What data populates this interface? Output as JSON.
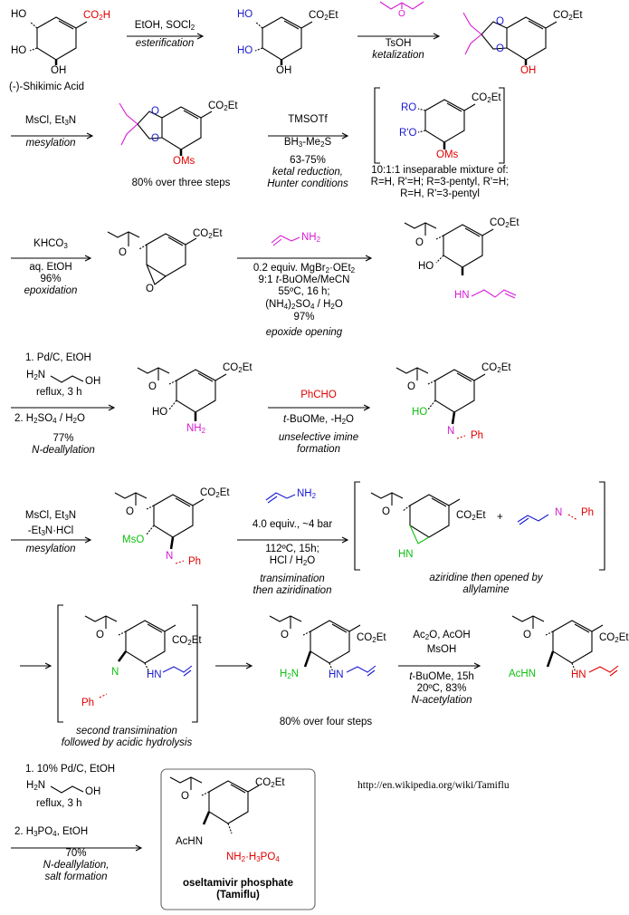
{
  "step1": {
    "sm_oh_top": "HO",
    "sm_co2h": "CO",
    "sm_co2h_sub": "2",
    "sm_co2h_tail": "H",
    "sm_ho_mid": "HO",
    "sm_oh_bot": "OH",
    "sm_name": "(-)-Shikimic Acid",
    "reagent": "EtOH, SOCl",
    "reagent_sub": "2",
    "label": "esterification",
    "p_ho_top": "HO",
    "p_co2et": "CO",
    "p_co2et_sub": "2",
    "p_co2et_tail": "Et",
    "p_ho_mid": "HO",
    "p_oh_bot": "OH",
    "ketal_reagent": "TsOH",
    "ketal_label": "ketalization",
    "k_co2et": "CO",
    "k_co2et_sub": "2",
    "k_co2et_tail": "Et",
    "k_oh": "OH"
  },
  "step2": {
    "reagent": "MsCl, Et",
    "reagent_sub": "3",
    "reagent_tail": "N",
    "label": "mesylation",
    "p_co2et": "CO",
    "p_co2et_sub": "2",
    "p_co2et_tail": "Et",
    "p_oms": "OMs",
    "p_yield": "80% over three steps",
    "r1": "TMSOTf",
    "r2": "BH",
    "r2_sub": "3",
    "r2_tail": "-Me",
    "r2_sub2": "2",
    "r2_tail2": "S",
    "yield": "63-75%",
    "label1": "ketal reduction,",
    "label2": "Hunter conditions",
    "b_ro": "RO",
    "b_rpo": "R'O",
    "b_co2et": "CO",
    "b_co2et_sub": "2",
    "b_co2et_tail": "Et",
    "b_oms": "OMs",
    "mix1": "10:1:1 inseparable mixture of:",
    "mix2": "R=H, R'=H; R=3-pentyl, R'=H;",
    "mix3": "R=H, R'=3-pentyl"
  },
  "step3": {
    "reagent": "KHCO",
    "reagent_sub": "3",
    "solvent": "aq. EtOH",
    "yield": "96%",
    "label": "epoxidation",
    "p_o": "O",
    "p_co2et": "CO",
    "p_co2et_sub": "2",
    "p_co2et_tail": "Et",
    "p_epo": "O",
    "amine": "NH",
    "amine_sub": "2",
    "c1": "0.2 equiv. MgBr",
    "c1_sub": "2",
    "c1_tail": "·OEt",
    "c1_sub2": "2",
    "c2_a": "9:1 ",
    "c2_b": "t",
    "c2_c": "-BuOMe/MeCN",
    "c3": "55ºC, 16 h;",
    "c4": "(NH",
    "c4_sub": "4",
    "c4_tail": ")",
    "c4_sub2": "2",
    "c4_tail2": "SO",
    "c4_sub3": "4",
    "c4_tail3": " / H",
    "c4_sub4": "2",
    "c4_tail4": "O",
    "yield2": "97%",
    "label2": "epoxide opening",
    "q_o": "O",
    "q_co2et": "CO",
    "q_co2et_sub": "2",
    "q_co2et_tail": "Et",
    "q_ho": "HO",
    "q_hn": "HN"
  },
  "step4": {
    "r1": "1. Pd/C, EtOH",
    "r_h2n": "H",
    "r_h2n_sub": "2",
    "r_h2n_tail": "N",
    "r_oh": "OH",
    "r2": "reflux, 3 h",
    "r3": "2. H",
    "r3_sub": "2",
    "r3_tail": "SO",
    "r3_sub2": "4",
    "r3_tail2": " / H",
    "r3_sub3": "2",
    "r3_tail3": "O",
    "yield": "77%",
    "label": "N-deallylation",
    "p_o": "O",
    "p_co2et": "CO",
    "p_co2et_sub": "2",
    "p_co2et_tail": "Et",
    "p_ho": "HO",
    "p_nh2": "NH",
    "p_nh2_sub": "2",
    "imine_reagent": "PhCHO",
    "imine_cond_a": "t",
    "imine_cond_b": "-BuOMe, -H",
    "imine_cond_sub": "2",
    "imine_cond_c": "O",
    "imine_label1": "unselective imine",
    "imine_label2": "formation",
    "q_o": "O",
    "q_co2et": "CO",
    "q_co2et_sub": "2",
    "q_co2et_tail": "Et",
    "q_ho": "HO",
    "q_n": "N",
    "q_ph": "Ph"
  },
  "step5": {
    "r1": "MsCl, Et",
    "r1_sub": "3",
    "r1_tail": "N",
    "r2": "-Et",
    "r2_sub": "3",
    "r2_tail": "N·HCl",
    "label": "mesylation",
    "p_o": "O",
    "p_co2et": "CO",
    "p_co2et_sub": "2",
    "p_co2et_tail": "Et",
    "p_mso": "MsO",
    "p_n": "N",
    "p_ph": "Ph",
    "amine": "NH",
    "amine_sub": "2",
    "c1": "4.0 equiv., ~4 bar",
    "c2": "112ºC, 15h;",
    "c3": "HCl / H",
    "c3_sub": "2",
    "c3_tail": "O",
    "label1": "transimination",
    "label2": "then aziridination",
    "b_o": "O",
    "b_co2et": "CO",
    "b_co2et_sub": "2",
    "b_co2et_tail": "Et",
    "b_hn": "HN",
    "b_plus": "+",
    "b_n": "N",
    "b_ph": "Ph",
    "b_label1": "aziridine then opened by",
    "b_label2": "allylamine"
  },
  "step6": {
    "b_o": "O",
    "b_co2et": "CO",
    "b_co2et_sub": "2",
    "b_co2et_tail": "Et",
    "b_n": "N",
    "b_ph": "Ph",
    "b_hn": "HN",
    "b_label1": "second transimination",
    "b_label2": "followed by acidic hydrolysis",
    "p_o": "O",
    "p_co2et": "CO",
    "p_co2et_sub": "2",
    "p_co2et_tail": "Et",
    "p_h2n": "H",
    "p_h2n_sub": "2",
    "p_h2n_tail": "N",
    "p_hn": "HN",
    "p_yield": "80% over four steps",
    "r1": "Ac",
    "r1_sub": "2",
    "r1_tail": "O, AcOH",
    "r2": "MsOH",
    "c_a": "t",
    "c_b": "-BuOMe, 15h",
    "c2": "20ºC, 83%",
    "label": "N-acetylation",
    "q_o": "O",
    "q_co2et": "CO",
    "q_co2et_sub": "2",
    "q_co2et_tail": "Et",
    "q_achn": "AcHN",
    "q_hn": "HN"
  },
  "step7": {
    "r1": "1. 10% Pd/C, EtOH",
    "r_h2n": "H",
    "r_h2n_sub": "2",
    "r_h2n_tail": "N",
    "r_oh": "OH",
    "r2": "reflux, 3 h",
    "r3": "2. H",
    "r3_sub": "3",
    "r3_tail": "PO",
    "r3_sub2": "4",
    "r3_tail2": ", EtOH",
    "yield": "70%",
    "label1": "N-deallylation,",
    "label2": "salt formation",
    "p_o": "O",
    "p_co2et": "CO",
    "p_co2et_sub": "2",
    "p_co2et_tail": "Et",
    "p_achn": "AcHN",
    "p_nh2": "NH",
    "p_nh2_sub": "2",
    "p_nh2_tail": "·H",
    "p_nh2_sub2": "3",
    "p_nh2_tail2": "PO",
    "p_nh2_sub3": "4",
    "product_name": "oseltamivir phosphate",
    "product_trade": "(Tamiflu)"
  },
  "source_url": "http://en.wikipedia.org/wiki/Tamiflu",
  "colors": {
    "red": "#e00000",
    "blue": "#1a1ad0",
    "magenta": "#d61ad6",
    "green": "#10c010",
    "black": "#000000"
  }
}
